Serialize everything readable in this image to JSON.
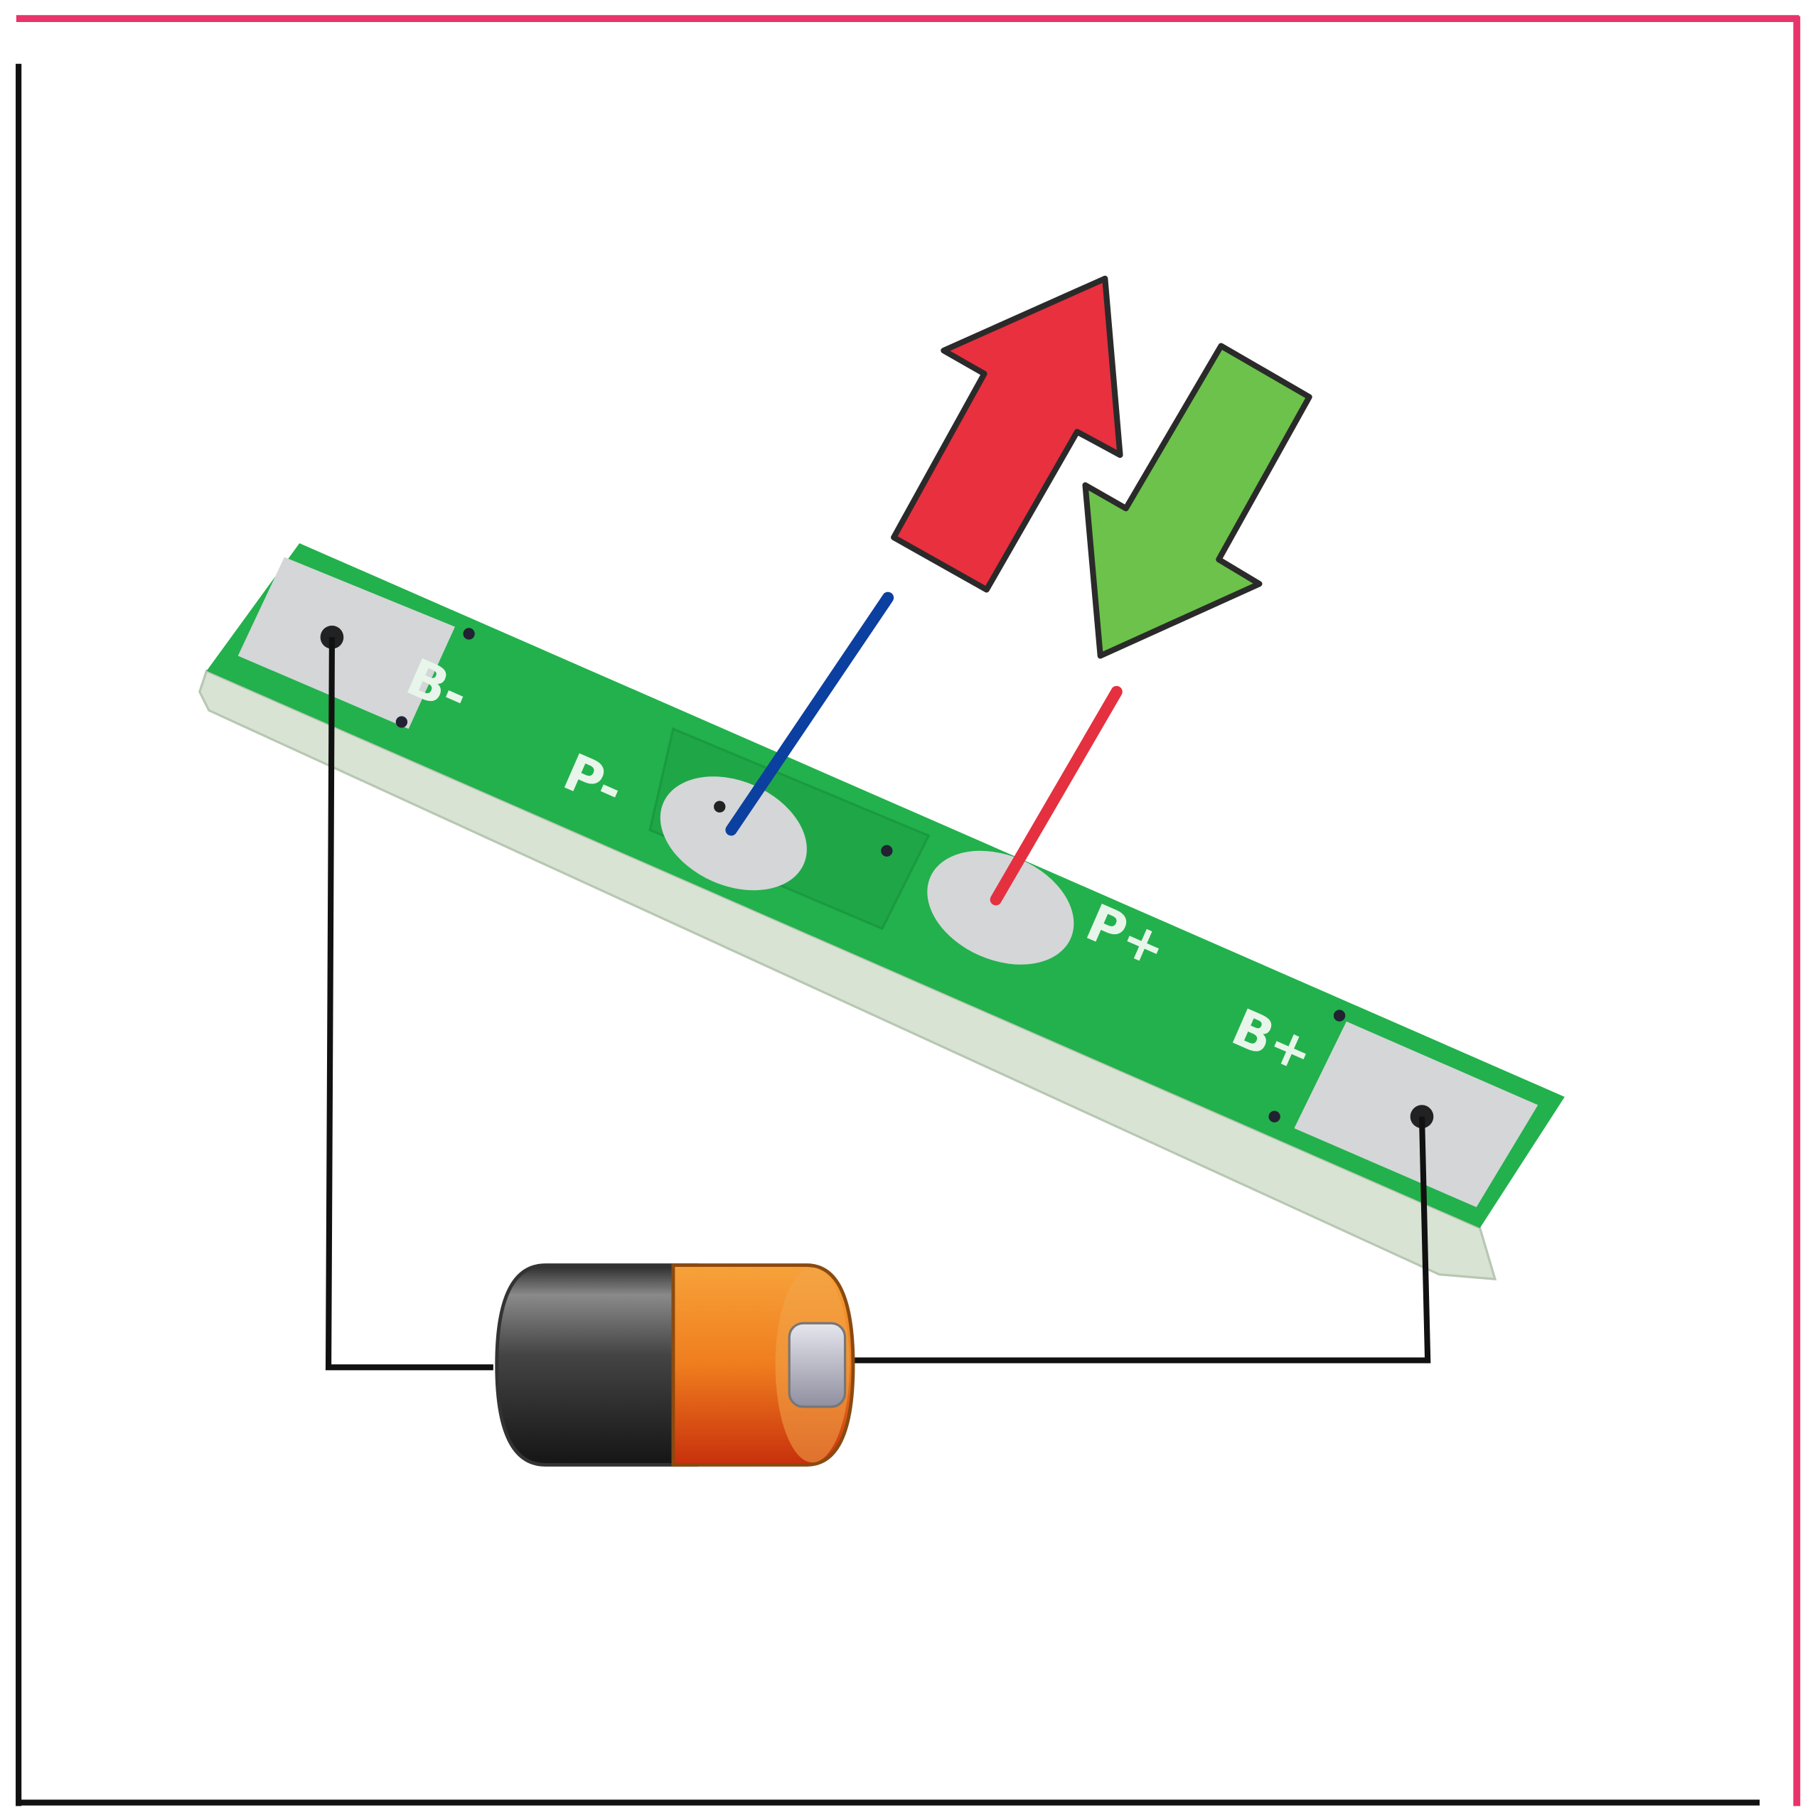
{
  "diagram": {
    "labels": {
      "b_minus": "B-",
      "p_minus": "P-",
      "p_plus": "P+",
      "b_plus": "B+"
    },
    "colors": {
      "frame_top_right": "#e8336b",
      "frame_left_bottom": "#111111",
      "pcb_green": "#22b14c",
      "pad_silver": "#d4d6d8",
      "arrow_out": "#e8303f",
      "arrow_in": "#6cc24a",
      "wire_p_minus": "#0b3fa0",
      "wire_p_plus": "#e5303f",
      "battery_body": "#3a3a3a",
      "battery_cap": "#f0821e"
    },
    "icons": [
      "pcb-board",
      "battery-icon",
      "discharge-arrow-icon",
      "charge-arrow-icon"
    ]
  }
}
